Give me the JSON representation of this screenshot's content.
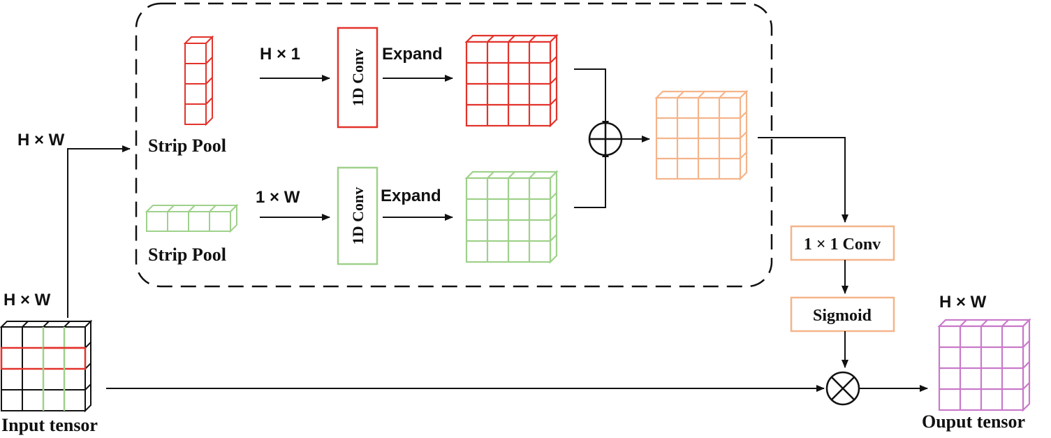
{
  "labels": {
    "input_dim": "H × W",
    "branch_dim": "H × W",
    "output_dim": "H × W",
    "input_tensor": "Input tensor",
    "output_tensor": "Ouput tensor",
    "strip_pool_top": "Strip Pool",
    "strip_pool_bottom": "Strip Pool",
    "h_by_1": "H × 1",
    "one_by_w": "1 × W",
    "conv1d_top": "1D Conv",
    "conv1d_bottom": "1D Conv",
    "expand_top": "Expand",
    "expand_bottom": "Expand",
    "conv1x1": "1 × 1 Conv",
    "sigmoid": "Sigmoid"
  },
  "colors": {
    "red": "#e2332b",
    "green": "#9fd18b",
    "orange": "#f5b48a",
    "magenta": "#c97ac9",
    "black": "#111111"
  },
  "icons": {
    "add": "circle-plus-icon",
    "multiply": "circle-times-icon"
  }
}
